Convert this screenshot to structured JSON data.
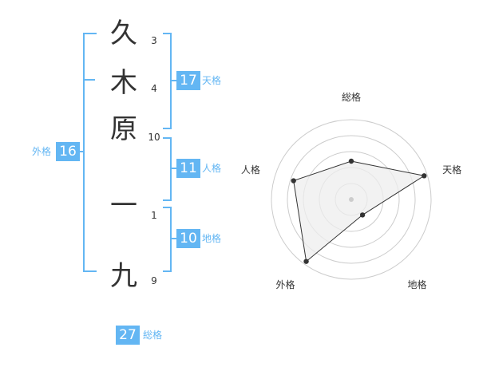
{
  "name_chars": [
    {
      "char": "久",
      "strokes": "3"
    },
    {
      "char": "木",
      "strokes": "4"
    },
    {
      "char": "原",
      "strokes": "10"
    },
    {
      "char": "一",
      "strokes": "1"
    },
    {
      "char": "九",
      "strokes": "9"
    }
  ],
  "scores": {
    "tenkaku": {
      "label": "天格",
      "value": "17"
    },
    "jinkaku": {
      "label": "人格",
      "value": "11"
    },
    "chikaku": {
      "label": "地格",
      "value": "10"
    },
    "gaikaku": {
      "label": "外格",
      "value": "16"
    },
    "soukaku": {
      "label": "総格",
      "value": "27"
    }
  },
  "colors": {
    "accent": "#63b6f3",
    "text": "#333333",
    "grid": "#cccccc",
    "fill": "#eeeeee"
  },
  "chart_data": {
    "type": "radar",
    "axes": [
      "総格",
      "天格",
      "地格",
      "外格",
      "人格"
    ],
    "values": [
      0.48,
      0.96,
      0.24,
      0.96,
      0.76
    ],
    "range": [
      0,
      1
    ],
    "rings": 5
  }
}
